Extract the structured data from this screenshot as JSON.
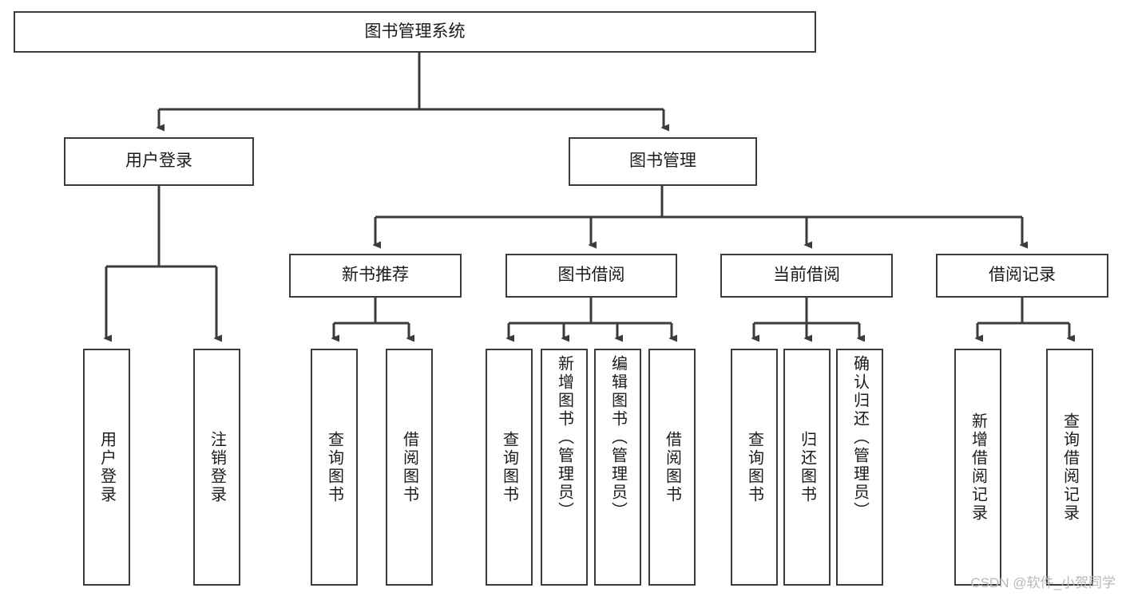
{
  "diagram": {
    "type": "hierarchy-tree",
    "title": "图书管理系统",
    "root": {
      "label": "图书管理系统"
    },
    "level1": [
      {
        "label": "用户登录"
      },
      {
        "label": "图书管理"
      }
    ],
    "level2": [
      {
        "label": "新书推荐",
        "parent": "图书管理"
      },
      {
        "label": "图书借阅",
        "parent": "图书管理"
      },
      {
        "label": "当前借阅",
        "parent": "图书管理"
      },
      {
        "label": "借阅记录",
        "parent": "图书管理"
      }
    ],
    "leaves": {
      "user_login": [
        {
          "label": "用户登录"
        },
        {
          "label": "注销登录"
        }
      ],
      "new_book_recommend": [
        {
          "label": "查询图书"
        },
        {
          "label": "借阅图书"
        }
      ],
      "book_borrow": [
        {
          "label": "查询图书"
        },
        {
          "label": "新增图书（管理员）"
        },
        {
          "label": "编辑图书（管理员）"
        },
        {
          "label": "借阅图书"
        }
      ],
      "current_borrow": [
        {
          "label": "查询图书"
        },
        {
          "label": "归还图书"
        },
        {
          "label": "确认归还（管理员）"
        }
      ],
      "borrow_record": [
        {
          "label": "新增借阅记录"
        },
        {
          "label": "查询借阅记录"
        }
      ]
    }
  },
  "watermark": {
    "text": "CSDN @软件_小贺同学"
  },
  "colors": {
    "box_border": "#3b3b3b",
    "box_fill": "#ffffff",
    "edge": "#3b3b3b",
    "text": "#1b1b1b",
    "watermark": "#b9b9b9"
  }
}
